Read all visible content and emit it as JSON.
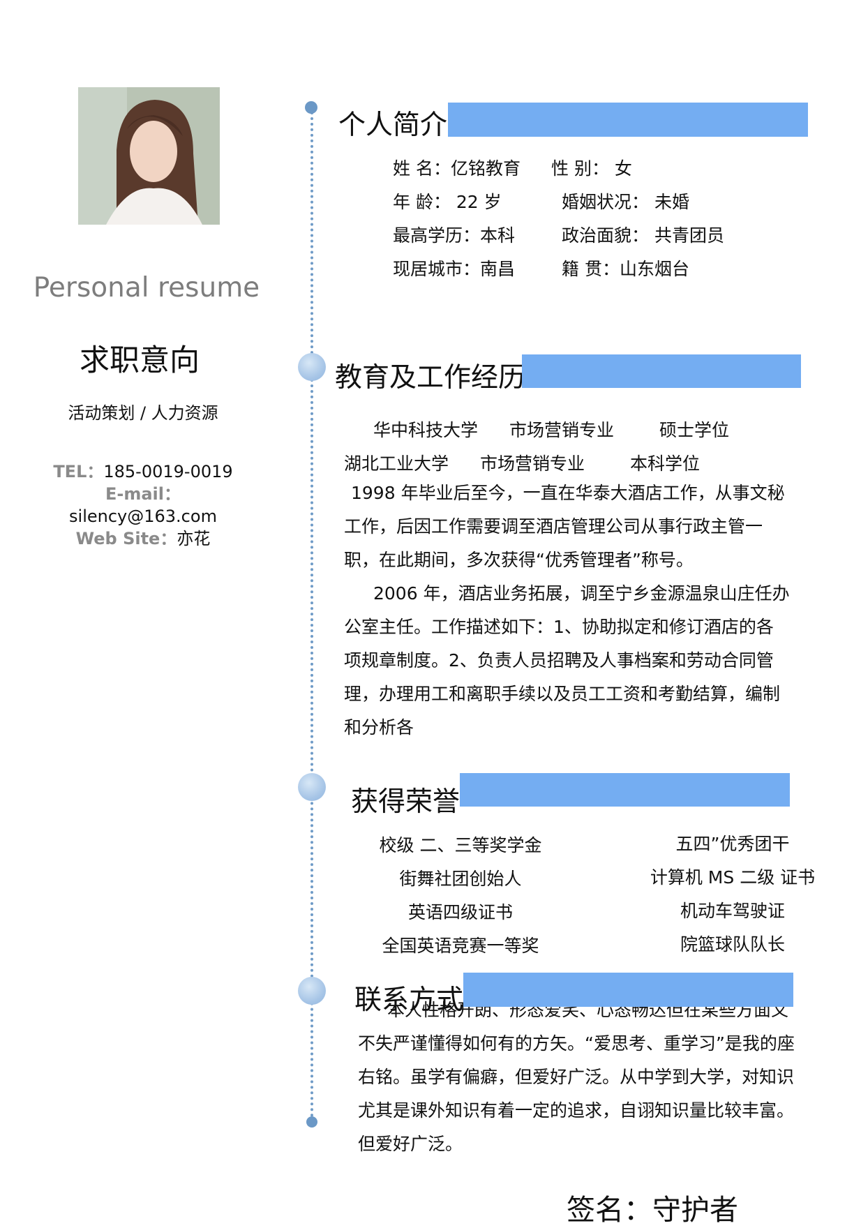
{
  "left": {
    "personal_resume": "Personal resume",
    "job_intent_heading": "求职意向",
    "job_intent_value": "活动策划 / 人力资源",
    "tel_label": "TEL：",
    "tel_value": "185-0019-0019",
    "email_label": "E-mail：",
    "email_value": "silency@163.com",
    "website_label": "Web Site：",
    "website_value": "亦花"
  },
  "profile": {
    "title": "个人简介",
    "name": "姓 名：亿铭教育",
    "gender": "性 别： 女",
    "age": "年 龄： 22 岁",
    "marital": "婚姻状况： 未婚",
    "education": "最高学历：本科",
    "political": "政治面貌： 共青团员",
    "city": "现居城市：南昌",
    "hometown": "籍 贯：山东烟台"
  },
  "experience": {
    "title": "教育及工作经历",
    "row1": [
      "华中科技大学",
      "市场营销专业",
      "硕士学位"
    ],
    "row2": [
      "湖北工业大学",
      "市场营销专业",
      "本科学位"
    ],
    "para1": "1998 年毕业后至今，一直在华泰大酒店工作，从事文秘工作，后因工作需要调至酒店管理公司从事行政主管一职，在此期间，多次获得“优秀管理者”称号。",
    "para2": "2006 年，酒店业务拓展，调至宁乡金源温泉山庄任办公室主任。工作描述如下：1、协助拟定和修订酒店的各项规章制度。2、负责人员招聘及人事档案和劳动合同管理，办理用工和离职手续以及员工工资和考勤结算，编制和分析各"
  },
  "honors": {
    "title": "获得荣誉",
    "left": [
      "校级 二、三等奖学金",
      "街舞社团创始人",
      "英语四级证书",
      "全国英语竞赛一等奖"
    ],
    "right": [
      "五四”优秀团干",
      "计算机 MS 二级 证书",
      "机动车驾驶证",
      "院篮球队队长"
    ]
  },
  "contact": {
    "title": "联系方式",
    "para": "本人性格开朗、形态爱笑、心态畅达但在某些方面又不失严谨懂得如何有的方矢。“爱思考、重学习”是我的座右铭。虽学有偏癖，但爱好广泛。从中学到大学，对知识尤其是课外知识有着一定的追求，自诩知识量比较丰富。但爱好广泛。"
  },
  "signature": "签名：守护者",
  "colors": {
    "accent_bar": "#74adf2",
    "timeline": "#6f9bc7",
    "label_gray": "#8a8a8a"
  }
}
